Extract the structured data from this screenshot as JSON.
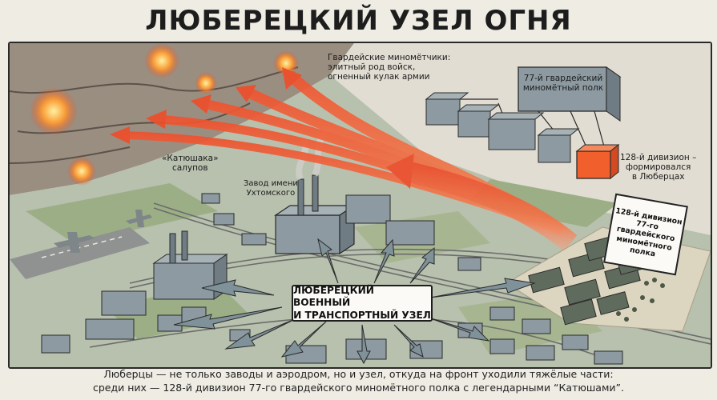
{
  "title": "ЛЮБЕРЕЦКИЙ УЗЕЛ ОГНЯ",
  "labels": {
    "guards_line1": "Гвардейские миномётчики:",
    "guards_line2": "элитный род войск,",
    "guards_line3": "огненный кулак армии",
    "katyusha_line1": "«Катюшака»",
    "katyusha_line2": "салупов",
    "plant_line1": "Завод имени",
    "plant_line2": "Ухтомского",
    "regiment_line1": "77-й гвардейский",
    "regiment_line2": "миномётный полк",
    "division_line1": "128-й дивизион –",
    "division_line2": "формировался",
    "division_line3": "в Люберцах"
  },
  "hub": {
    "line1": "ЛЮБЕРЕЦКИЙ ВОЕННЫЙ",
    "line2": "И ТРАНСПОРТНЫЙ УЗЕЛ"
  },
  "sign": {
    "line1": "128-й дивизион",
    "line2": "77-го гвардейского",
    "line3": "миномётного полка"
  },
  "caption": {
    "line1": "Люберцы — не только заводы и аэродром, но и узел, откуда на фронт уходили тяжёлые части:",
    "line2": "среди них — 128-й дивизион 77-го гвардейского миномётного полка с легендарными “Катюшами”."
  },
  "colors": {
    "fire": "#f0552a",
    "highlight_block": "#f1602c",
    "blocks": "#8d9aa1",
    "grass": "#9cae86",
    "front": "#9a8e80",
    "arrows": "#7f9199"
  }
}
